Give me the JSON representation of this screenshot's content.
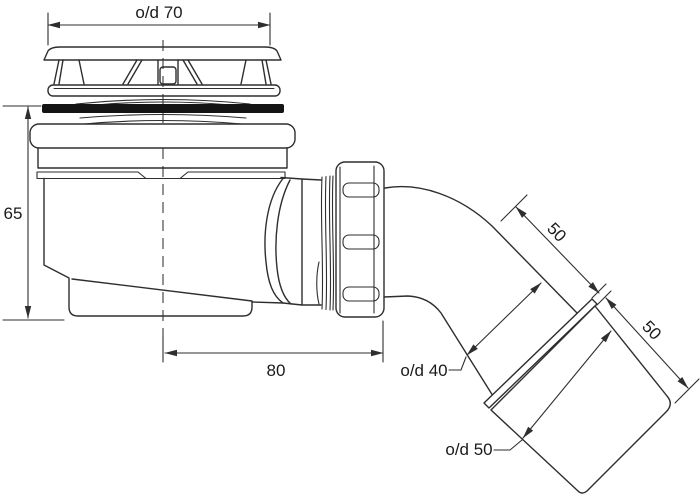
{
  "figure": {
    "kind": "technical-line-drawing",
    "description": "Side-view dimensioned drawing of a shower waste trap with domed grate, compression nut and 45-degree outlet elbow",
    "background_color": "#ffffff",
    "line_color": "#2e2e2e",
    "gasket_color": "#141414"
  },
  "dimensions": {
    "top_outer_diameter": "o/d 70",
    "body_height": "65",
    "outlet_horizontal_offset": "80",
    "elbow_inlet_length": "50",
    "elbow_outlet_length": "50",
    "elbow_inlet_od": "o/d 40",
    "elbow_outlet_od": "o/d 50"
  }
}
